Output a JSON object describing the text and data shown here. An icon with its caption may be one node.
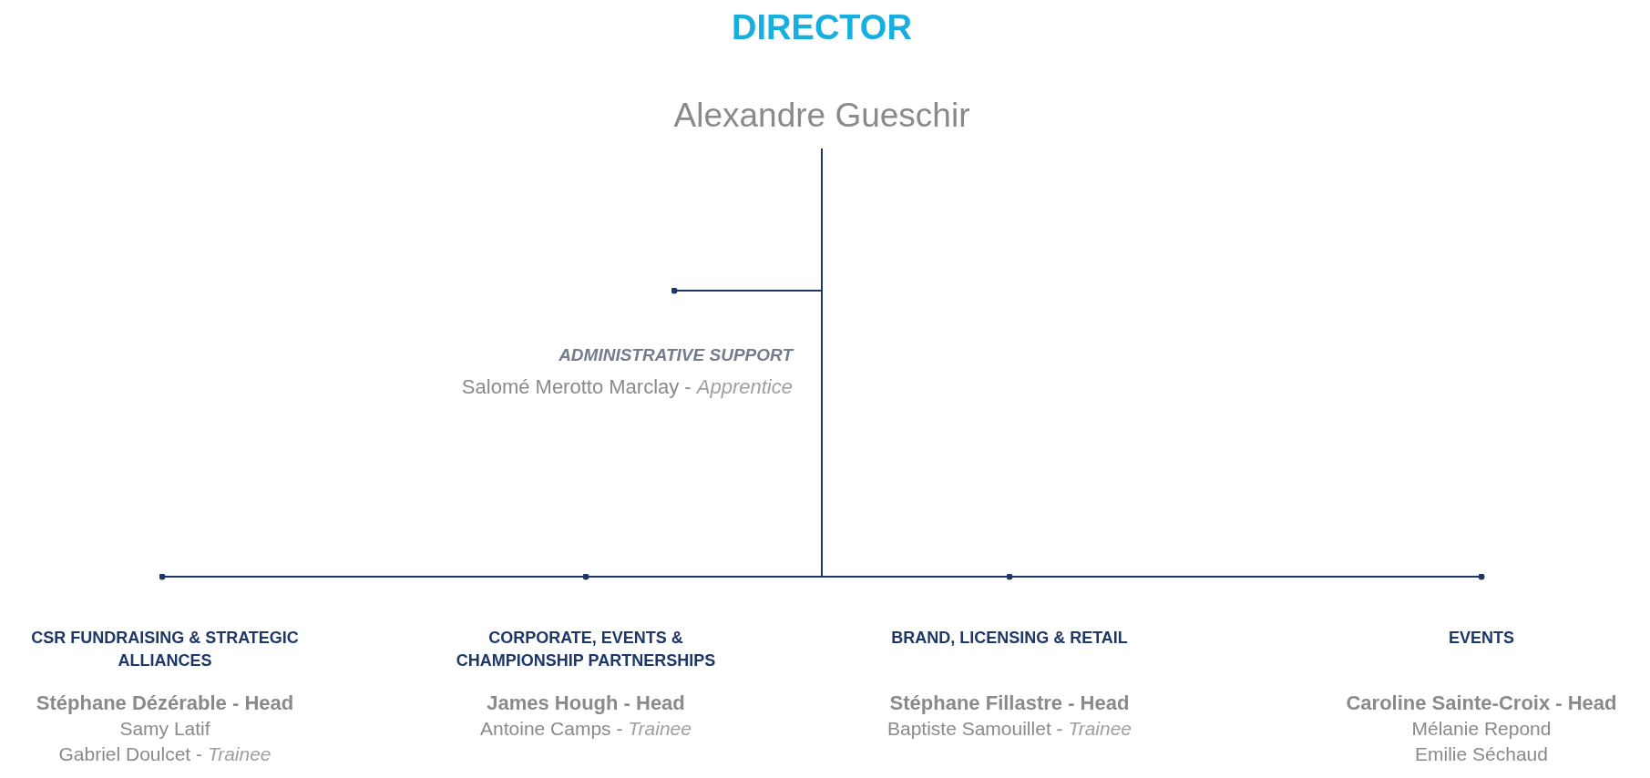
{
  "diagram": {
    "nodes": [
      {
        "text": [
          "DIRECTOR",
          "Alexandre Gueschir"
        ]
      },
      {
        "text": [
          "ADMINISTRATIVE SUPPORT",
          "Salomé Merotto Marclay - *Apprentice*"
        ]
      },
      {
        "text": [
          "CSR FUNDRAISING & STRATEGIC ALLIANCES",
          "Stéphane Dézérable - Head",
          "Samy Latif",
          "Gabriel Doulcet - *Trainee*"
        ]
      },
      {
        "text": [
          "CORPORATE, EVENTS & CHAMPIONSHIP PARTNERSHIPS",
          "James Hough - Head",
          "Antoine Camps - *Trainee*"
        ]
      },
      {
        "text": [
          "BRAND, LICENSING & RETAIL",
          "Stéphane Fillastre - Head",
          "Baptiste Samouillet - *Trainee*"
        ]
      },
      {
        "text": [
          "EVENTS",
          "Caroline Sainte-Croix - Head",
          "Mélanie Repond",
          "Emilie Séchaud"
        ]
      }
    ],
    "edges": [
      {
        "from": 0,
        "to": 1,
        "arrow": "other"
      },
      {
        "from": 0,
        "to": 2,
        "arrow": "other"
      },
      {
        "from": 0,
        "to": 3,
        "arrow": "other"
      },
      {
        "from": 0,
        "to": 4,
        "arrow": "other"
      },
      {
        "from": 0,
        "to": 5,
        "arrow": "other"
      }
    ]
  }
}
